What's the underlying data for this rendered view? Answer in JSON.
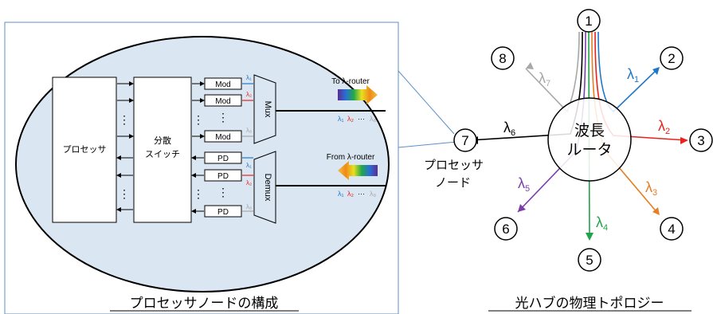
{
  "left_panel": {
    "processor_label": "プロセッサ",
    "switch_label_line1": "分散",
    "switch_label_line2": "スイッチ",
    "mod_label": "Mod",
    "pd_label": "PD",
    "mux_label": "Mux",
    "demux_label": "Demux",
    "ellipsis": "⋮",
    "to_router_label": "To λ-router",
    "from_router_label": "From λ-router",
    "lambda_seq_1": "λ",
    "lambda_seq_sub1": "1",
    "lambda_seq_2": "λ",
    "lambda_seq_sub2": "2",
    "lambda_seq_dots": "···",
    "lambda_seq_8": "λ",
    "lambda_seq_sub8": "8",
    "caption": "プロセッサノードの構成"
  },
  "right_panel": {
    "router_label_line1": "波長",
    "router_label_line2": "ルータ",
    "processor_node_line1": "プロセッサ",
    "processor_node_line2": "ノード",
    "caption": "光ハブの物理トポロジー",
    "nodes": [
      "1",
      "2",
      "3",
      "4",
      "5",
      "6",
      "7",
      "8"
    ],
    "lambda_labels": [
      {
        "sym": "λ",
        "sub": "1"
      },
      {
        "sym": "λ",
        "sub": "2"
      },
      {
        "sym": "λ",
        "sub": "3"
      },
      {
        "sym": "λ",
        "sub": "4"
      },
      {
        "sym": "λ",
        "sub": "5"
      },
      {
        "sym": "λ",
        "sub": "6"
      },
      {
        "sym": "λ",
        "sub": "7"
      }
    ]
  },
  "colors": {
    "lambda1": "#1f77c8",
    "lambda2": "#e8231d",
    "lambda3": "#e67e22",
    "lambda4": "#1fa34a",
    "lambda5": "#7b3fa8",
    "lambda6": "#000000",
    "lambda7": "#a8a8a8",
    "node_fill": "#dae6f2",
    "frame": "#5b8fc9"
  }
}
